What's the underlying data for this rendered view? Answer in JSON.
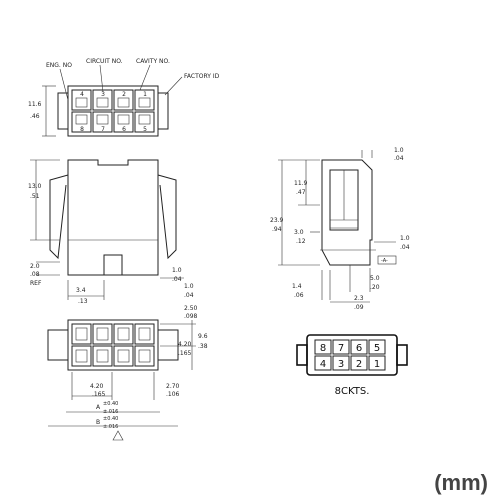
{
  "top_view": {
    "eng_no": "ENG. NO",
    "circuit_no": "CIRCUIT NO.",
    "cavity_no": "CAVITY NO.",
    "factory_id": "FACTORY ID",
    "dim_height_a": "11.6",
    "dim_height_b": ".46",
    "top_row_numbers": [
      "4",
      "3",
      "2",
      "1"
    ],
    "bottom_row_numbers": [
      "8",
      "7",
      "6",
      "5"
    ]
  },
  "front_view": {
    "dim_body_a": "13.0",
    "dim_body_b": ".51",
    "dim_ref_a": "2.0",
    "dim_ref_b": ".08",
    "dim_ref_c": "REF",
    "dim_bottom_a": "3.4",
    "dim_bottom_b": ".13",
    "dim_right_a1": "1.0",
    "dim_right_b1": ".04",
    "dim_right_a2": "1.0",
    "dim_right_b2": ".04"
  },
  "side_view": {
    "dim_top_a": "1.0",
    "dim_top_b": ".04",
    "dim_upper_a": "11.9",
    "dim_upper_b": ".47",
    "dim_total_a": "23.9",
    "dim_total_b": ".94",
    "dim_mid_a": "3.0",
    "dim_mid_b": ".12",
    "dim_right_a": "1.0",
    "dim_right_b": ".04",
    "datum": "-A-",
    "dim_low_a": "5.0",
    "dim_low_b": ".20",
    "dim_left_a": "1.4",
    "dim_left_b": ".06",
    "dim_bot_a": "2.3",
    "dim_bot_b": ".09"
  },
  "bottom_view": {
    "dim_pitch_a": "2.50",
    "dim_pitch_b": ".098",
    "dim_row_a": "4.20",
    "dim_row_b": ".165",
    "dim_h_a": "9.6",
    "dim_h_b": ".38",
    "dim_w_a": "4.20",
    "dim_w_b": ".165",
    "dim_w2_a": "2.70",
    "dim_w2_b": ".106",
    "dim_a_label": "A",
    "dim_a_tol": "±0.40",
    "dim_a_tol_in": "±.016",
    "dim_b_label": "B",
    "dim_b_tol": "±0.40",
    "dim_b_tol_in": "±.016"
  },
  "circuit_view": {
    "top_numbers": [
      "8",
      "7",
      "6",
      "5"
    ],
    "bottom_numbers": [
      "4",
      "3",
      "2",
      "1"
    ],
    "caption": "8CKTS."
  },
  "unit_label": "(mm)"
}
